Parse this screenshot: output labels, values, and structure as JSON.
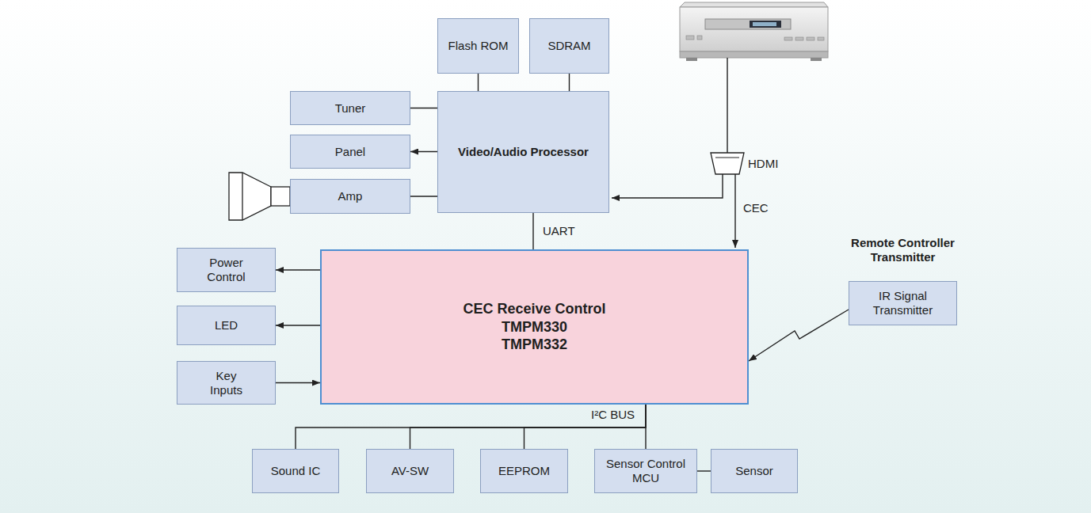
{
  "diagram": {
    "nodes": [
      {
        "text": [
          "Flash ROM"
        ]
      },
      {
        "text": [
          "SDRAM"
        ]
      },
      {
        "text": [
          "Tuner"
        ]
      },
      {
        "text": [
          "Video/Audio Processor"
        ]
      },
      {
        "text": [
          "Panel"
        ]
      },
      {
        "text": [
          "Amp"
        ]
      },
      {
        "text": [
          "Power Control"
        ]
      },
      {
        "text": [
          "CEC Receive Control",
          "TMPM330",
          "TMPM332"
        ]
      },
      {
        "text": [
          "Remote Controller Transmitter",
          "IR Signal Transmitter"
        ]
      },
      {
        "text": [
          "LED"
        ]
      },
      {
        "text": [
          "Key Inputs"
        ]
      },
      {
        "text": [
          "Sound IC"
        ]
      },
      {
        "text": [
          "AV-SW"
        ]
      },
      {
        "text": [
          "EEPROM"
        ]
      },
      {
        "text": [
          "Sensor Control MCU"
        ]
      },
      {
        "text": [
          "Sensor"
        ]
      }
    ],
    "edges": [
      {
        "from": 0,
        "to": 3,
        "arrow": "none"
      },
      {
        "from": 1,
        "to": 3,
        "arrow": "none"
      },
      {
        "from": 2,
        "to": 3,
        "arrow": "none"
      },
      {
        "from": 3,
        "to": 4,
        "arrow": "to"
      },
      {
        "from": 5,
        "to": 3,
        "arrow": "none"
      },
      {
        "from": 3,
        "to": 7,
        "arrow": "none",
        "label": "UART"
      },
      {
        "from": 7,
        "to": 6,
        "arrow": "to"
      },
      {
        "from": 7,
        "to": 9,
        "arrow": "to"
      },
      {
        "from": 10,
        "to": 7,
        "arrow": "to"
      },
      {
        "from": 8,
        "to": 7,
        "arrow": "to"
      },
      {
        "from": 7,
        "to": 11,
        "arrow": "none"
      },
      {
        "from": 7,
        "to": 12,
        "arrow": "none"
      },
      {
        "from": 7,
        "to": 13,
        "arrow": "none"
      },
      {
        "from": 7,
        "to": 14,
        "arrow": "none"
      },
      {
        "from": 14,
        "to": 15,
        "arrow": "none"
      }
    ],
    "labels": [
      "HDMI",
      "CEC",
      "I²C BUS"
    ]
  }
}
